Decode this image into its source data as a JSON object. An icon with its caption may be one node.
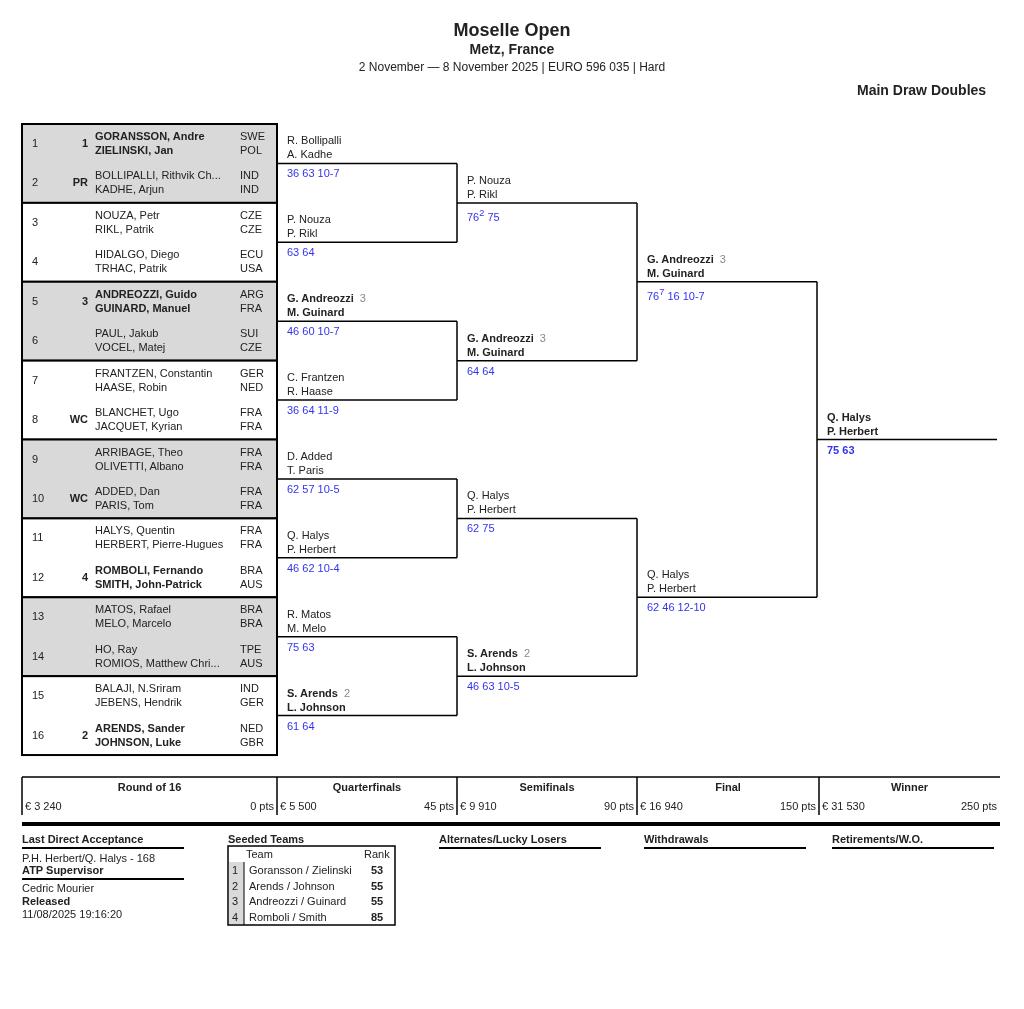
{
  "diagram": {
    "title": "Moselle Open",
    "labels": [
      "Metz, France",
      "2 November — 8 November 2025 | EURO 596 035 | Hard",
      "Main Draw Doubles",
      "1",
      "1",
      "GORANSSON, Andre",
      "SWE",
      "ZIELINSKI, Jan",
      "POL",
      "2",
      "PR",
      "BOLLIPALLI, Rithvik Ch...",
      "IND",
      "KADHE, Arjun",
      "IND",
      "3",
      "NOUZA, Petr",
      "CZE",
      "RIKL, Patrik",
      "CZE",
      "4",
      "HIDALGO, Diego",
      "ECU",
      "TRHAC, Patrik",
      "USA",
      "5",
      "3",
      "ANDREOZZI, Guido",
      "ARG",
      "GUINARD, Manuel",
      "FRA",
      "6",
      "PAUL, Jakub",
      "SUI",
      "VOCEL, Matej",
      "CZE",
      "7",
      "FRANTZEN, Constantin",
      "GER",
      "HAASE, Robin",
      "NED",
      "8",
      "WC",
      "BLANCHET, Ugo",
      "FRA",
      "JACQUET, Kyrian",
      "FRA",
      "9",
      "ARRIBAGE, Theo",
      "FRA",
      "OLIVETTI, Albano",
      "FRA",
      "10",
      "WC",
      "ADDED, Dan",
      "FRA",
      "PARIS, Tom",
      "FRA",
      "11",
      "HALYS, Quentin",
      "FRA",
      "HERBERT, Pierre-Hugues",
      "FRA",
      "12",
      "4",
      "ROMBOLI, Fernando",
      "BRA",
      "SMITH, John-Patrick",
      "AUS",
      "13",
      "MATOS, Rafael",
      "BRA",
      "MELO, Marcelo",
      "BRA",
      "14",
      "HO, Ray",
      "TPE",
      "ROMIOS, Matthew Chri...",
      "AUS",
      "15",
      "BALAJI, N.Sriram",
      "IND",
      "JEBENS, Hendrik",
      "GER",
      "16",
      "2",
      "ARENDS, Sander",
      "NED",
      "JOHNSON, Luke",
      "GBR",
      "R. Bollipalli",
      "A. Kadhe",
      "36 63 10-7",
      "P. Nouza",
      "P. Rikl",
      "63 64",
      "G. Andreozzi",
      "3",
      "M. Guinard",
      "46 60 10-7",
      "C. Frantzen",
      "R. Haase",
      "36 64 11-9",
      "D. Added",
      "T. Paris",
      "62 57 10-5",
      "Q. Halys",
      "P. Herbert",
      "46 62 10-4",
      "R. Matos",
      "M. Melo",
      "75 63",
      "S. Arends",
      "2",
      "L. Johnson",
      "61 64",
      "P. Nouza",
      "P. Rikl",
      "76$^{2}$ 75",
      "G. Andreozzi",
      "3",
      "M. Guinard",
      "64 64",
      "Q. Halys",
      "P. Herbert",
      "62 75",
      "S. Arends",
      "2",
      "L. Johnson",
      "46 63 10-5",
      "G. Andreozzi",
      "3",
      "M. Guinard",
      "76$^{7}$ 16 10-7",
      "Q. Halys",
      "P. Herbert",
      "62 46 12-10",
      "Q. Halys",
      "P. Herbert",
      "75 63",
      "Round of 16",
      "Quarterfinals",
      "Semifinals",
      "Final",
      "Winner",
      "€ 3 240",
      "0 pts",
      "€ 5 500",
      "45 pts",
      "€ 9 910",
      "90 pts",
      "€ 16 940",
      "150 pts",
      "€ 31 530",
      "250 pts",
      "Last Direct Acceptance",
      "P.H. Herbert/Q. Halys - 168",
      "ATP Supervisor",
      "Cedric Mourier",
      "Released",
      "11/08/2025 19:16:20",
      "Seeded Teams",
      "Team",
      "Rank",
      "1",
      "Goransson / Zielinski",
      "53",
      "2",
      "Arends / Johnson",
      "55",
      "3",
      "Andreozzi / Guinard",
      "55",
      "4",
      "Romboli / Smith",
      "85",
      "Alternates/Lucky Losers",
      "Withdrawals",
      "Retirements/W.O."
    ]
  }
}
